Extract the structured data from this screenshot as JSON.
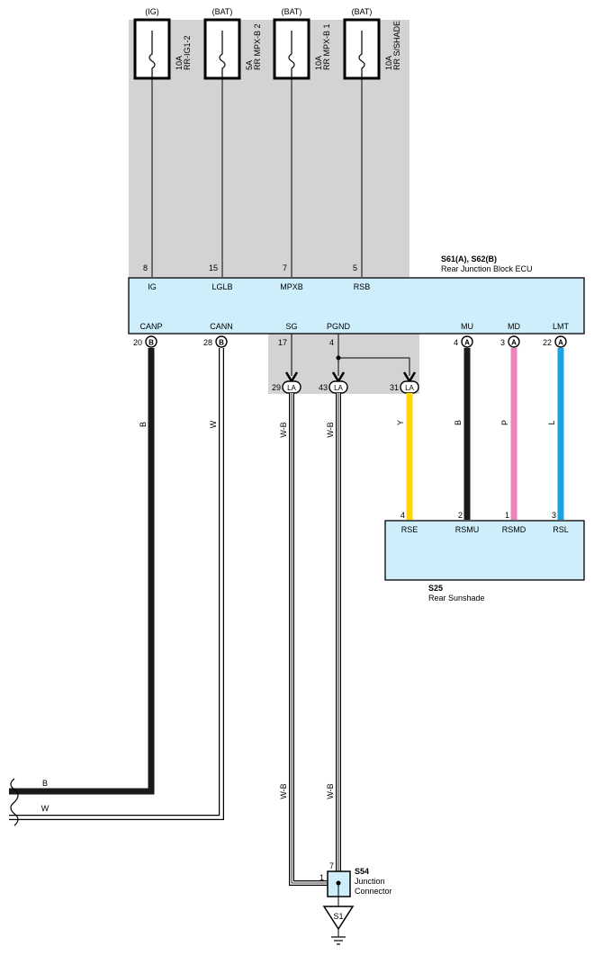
{
  "fuses": [
    {
      "source": "(IG)",
      "rating": "10A",
      "name": "RR-IG1-2"
    },
    {
      "source": "(BAT)",
      "rating": "5A",
      "name": "RR MPX-B 2"
    },
    {
      "source": "(BAT)",
      "rating": "10A",
      "name": "RR MPX-B 1"
    },
    {
      "source": "(BAT)",
      "rating": "10A",
      "name": "RR S/SHADE"
    }
  ],
  "ecu": {
    "code": "S61(A), S62(B)",
    "name": "Rear Junction Block ECU",
    "top_terminals": [
      {
        "pin": "8",
        "name": "IG"
      },
      {
        "pin": "15",
        "name": "LGLB"
      },
      {
        "pin": "7",
        "name": "MPXB"
      },
      {
        "pin": "5",
        "name": "RSB"
      }
    ],
    "bottom_terminals": [
      {
        "pin": "20",
        "connector": "B",
        "name": "CANP"
      },
      {
        "pin": "28",
        "connector": "B",
        "name": "CANN"
      },
      {
        "pin": "17",
        "name": "SG"
      },
      {
        "pin": "4",
        "name": "PGND"
      },
      {
        "pin": "4",
        "connector": "A",
        "name": "MU"
      },
      {
        "pin": "3",
        "connector": "A",
        "name": "MD"
      },
      {
        "pin": "22",
        "connector": "A",
        "name": "LMT"
      }
    ]
  },
  "la_connectors": [
    {
      "pin": "29",
      "label": "LA"
    },
    {
      "pin": "43",
      "label": "LA"
    },
    {
      "pin": "31",
      "label": "LA"
    }
  ],
  "wires": {
    "canp": "B",
    "cann": "W",
    "sg": "W-B",
    "pgnd": "W-B",
    "rse": "Y",
    "rsmu": "B",
    "rsmd": "P",
    "rsl": "L",
    "left_canp": "B",
    "left_cann": "W",
    "lower_sg": "W-B",
    "lower_pgnd": "W-B"
  },
  "sunshade": {
    "code": "S25",
    "name": "Rear Sunshade",
    "terminals": [
      {
        "pin": "4",
        "name": "RSE"
      },
      {
        "pin": "2",
        "name": "RSMU"
      },
      {
        "pin": "1",
        "name": "RSMD"
      },
      {
        "pin": "3",
        "name": "RSL"
      }
    ]
  },
  "junction": {
    "code": "S54",
    "line1": "Junction",
    "line2": "Connector",
    "pin_top": "7",
    "pin_left": "1"
  },
  "ground": {
    "label": "S1"
  },
  "colors": {
    "block_fill": "#cdeefa",
    "shade": "#d3d3d3",
    "wire_black": "#1a1a1a",
    "wire_yellow": "#ffd700",
    "wire_pink": "#ee82bf",
    "wire_blue": "#1aa3e0"
  }
}
